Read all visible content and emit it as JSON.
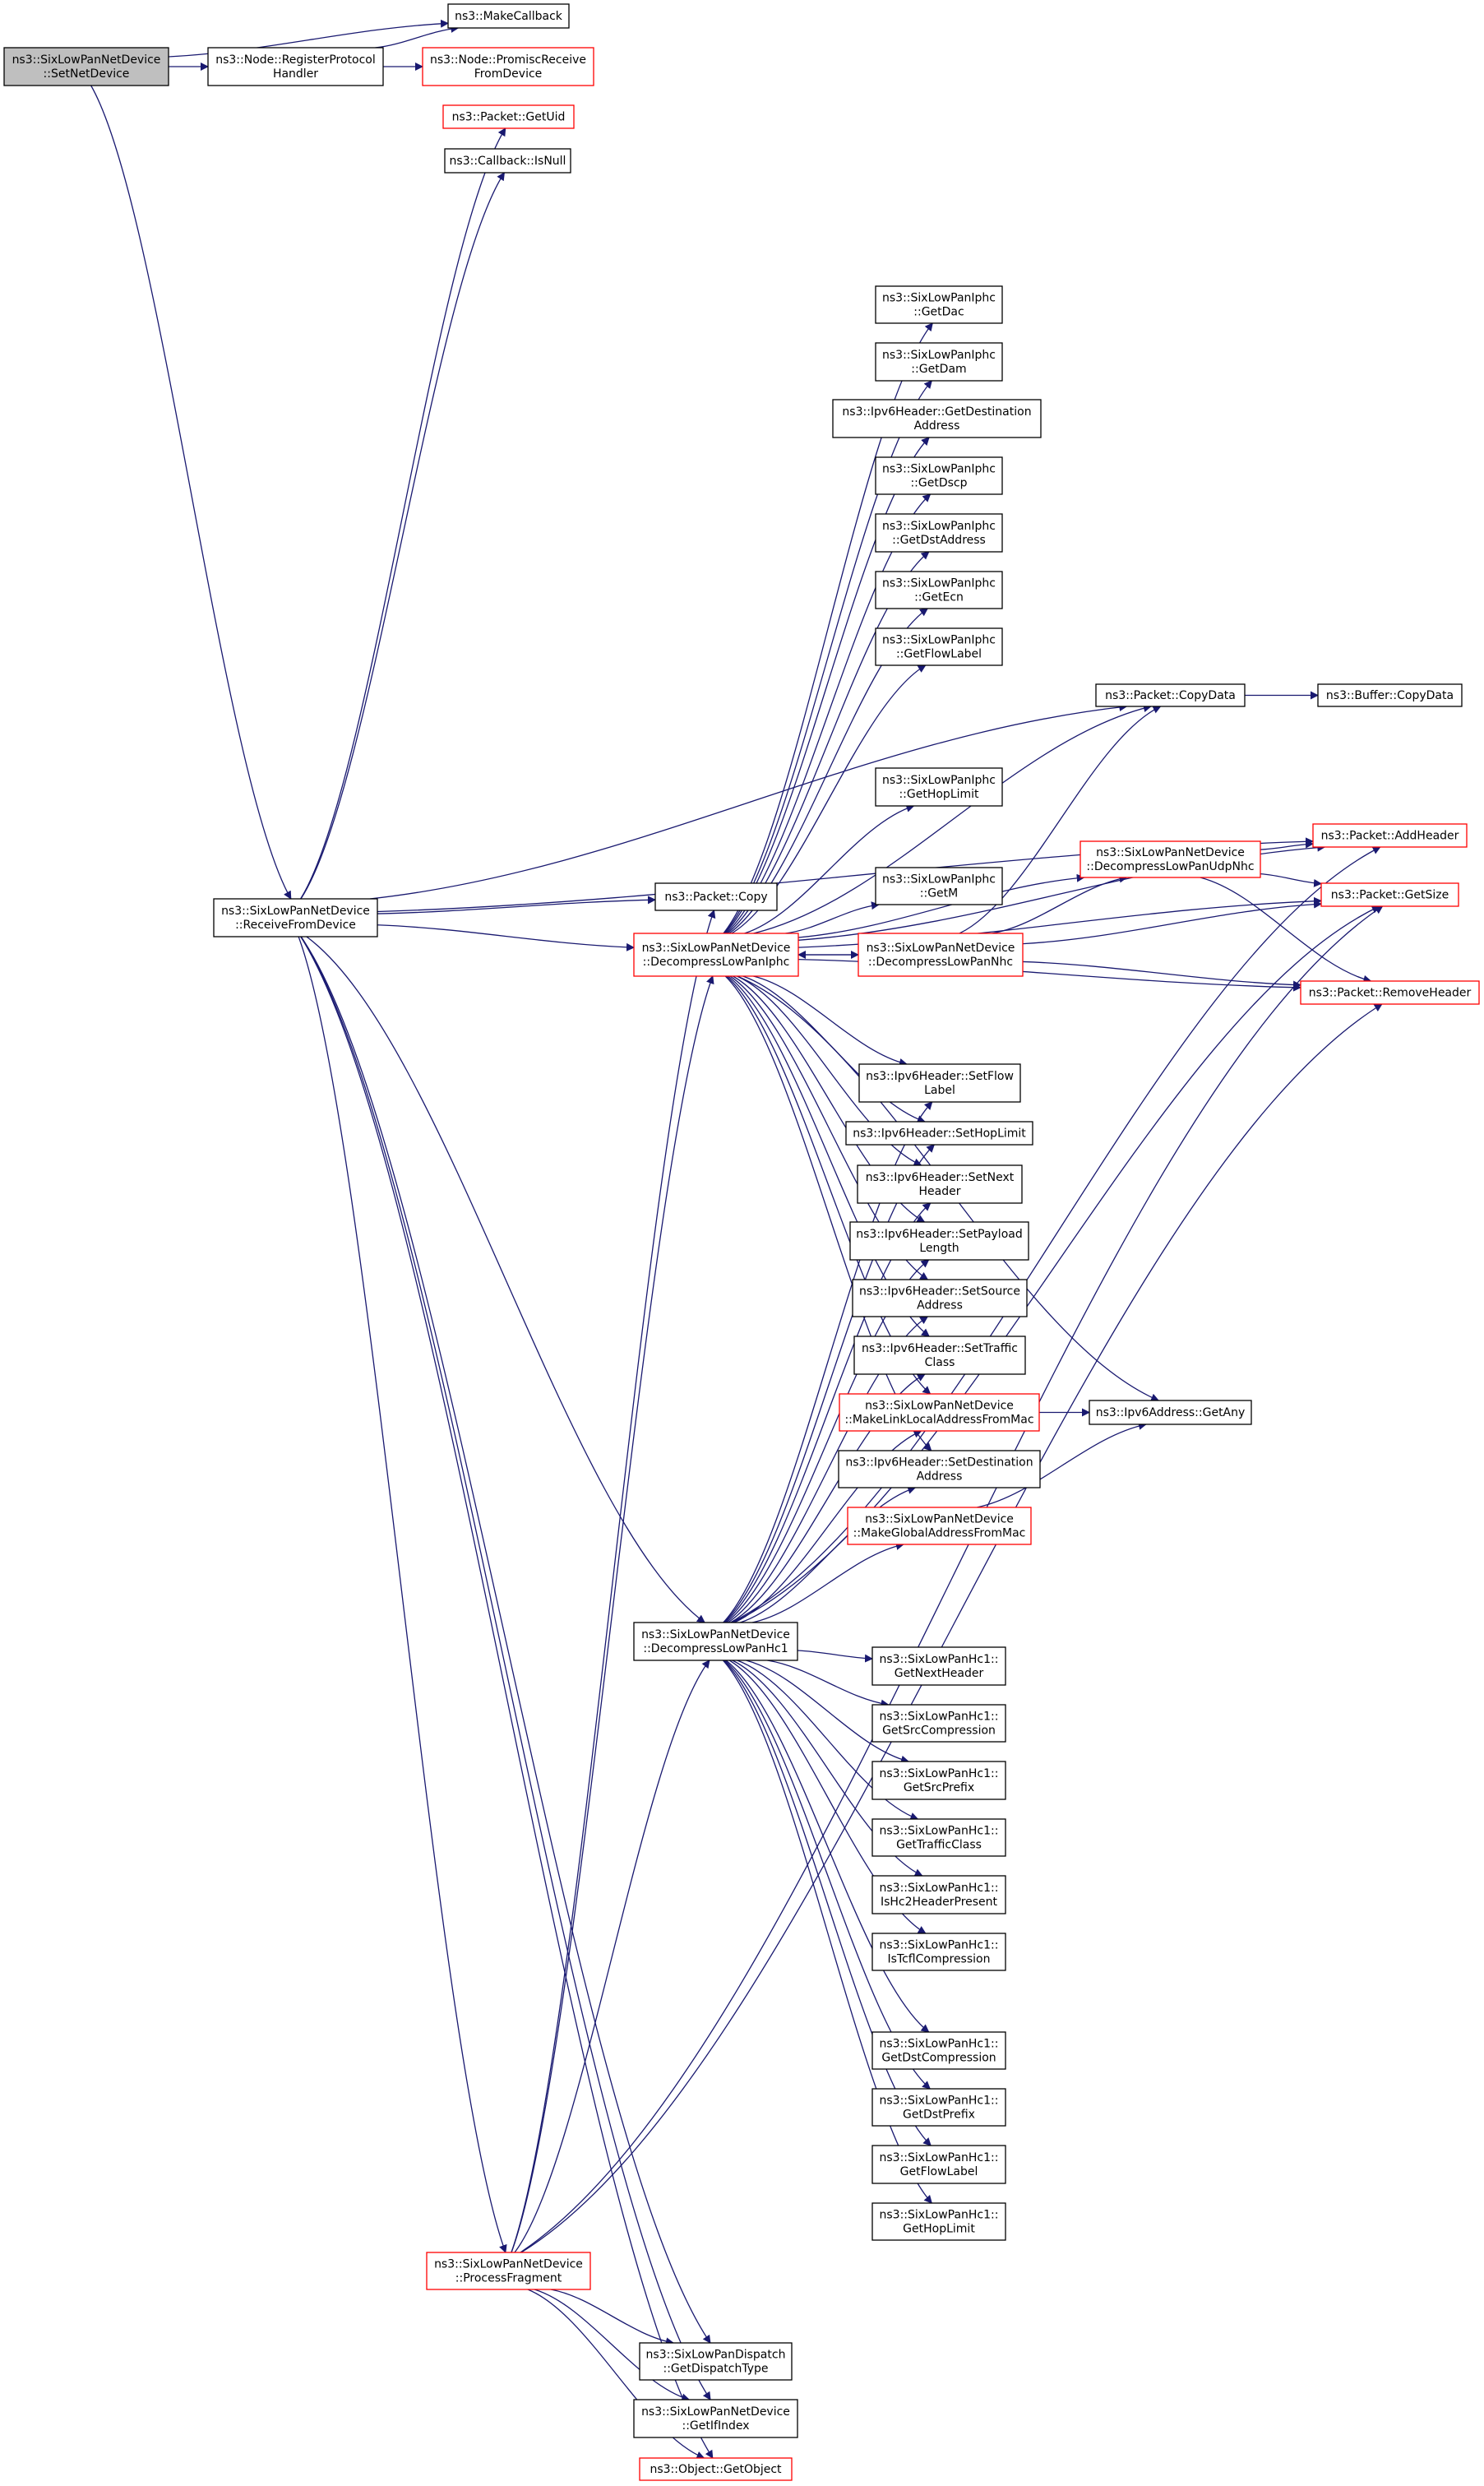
{
  "title": "ns3::SixLowPanNetDevice::SetNetDevice call graph",
  "colors": {
    "edge": "#191970",
    "root_fill": "#bfbfbf",
    "node_border": "#000000",
    "truncated_border": "#ff0000",
    "node_fill": "#ffffff"
  },
  "nodes": [
    {
      "id": "setnet",
      "lines": [
        "ns3::SixLowPanNetDevice",
        "::SetNetDevice"
      ],
      "kind": "root"
    },
    {
      "id": "reghandler",
      "lines": [
        "ns3::Node::RegisterProtocol",
        "Handler"
      ],
      "kind": "normal"
    },
    {
      "id": "makecb",
      "lines": [
        "ns3::MakeCallback"
      ],
      "kind": "normal"
    },
    {
      "id": "promisc",
      "lines": [
        "ns3::Node::PromiscReceive",
        "FromDevice"
      ],
      "kind": "truncated"
    },
    {
      "id": "getuid",
      "lines": [
        "ns3::Packet::GetUid"
      ],
      "kind": "truncated"
    },
    {
      "id": "isnull",
      "lines": [
        "ns3::Callback::IsNull"
      ],
      "kind": "normal"
    },
    {
      "id": "recv",
      "lines": [
        "ns3::SixLowPanNetDevice",
        "::ReceiveFromDevice"
      ],
      "kind": "normal"
    },
    {
      "id": "pcopy",
      "lines": [
        "ns3::Packet::Copy"
      ],
      "kind": "normal"
    },
    {
      "id": "iphc",
      "lines": [
        "ns3::SixLowPanNetDevice",
        "::DecompressLowPanIphc"
      ],
      "kind": "truncated"
    },
    {
      "id": "nhc",
      "lines": [
        "ns3::SixLowPanNetDevice",
        "::DecompressLowPanNhc"
      ],
      "kind": "truncated"
    },
    {
      "id": "udpnhc",
      "lines": [
        "ns3::SixLowPanNetDevice",
        "::DecompressLowPanUdpNhc"
      ],
      "kind": "truncated"
    },
    {
      "id": "getdac",
      "lines": [
        "ns3::SixLowPanIphc",
        "::GetDac"
      ],
      "kind": "normal"
    },
    {
      "id": "getdam",
      "lines": [
        "ns3::SixLowPanIphc",
        "::GetDam"
      ],
      "kind": "normal"
    },
    {
      "id": "getdestaddr",
      "lines": [
        "ns3::Ipv6Header::GetDestination",
        "Address"
      ],
      "kind": "normal"
    },
    {
      "id": "getdscp",
      "lines": [
        "ns3::SixLowPanIphc",
        "::GetDscp"
      ],
      "kind": "normal"
    },
    {
      "id": "getdstaddress",
      "lines": [
        "ns3::SixLowPanIphc",
        "::GetDstAddress"
      ],
      "kind": "normal"
    },
    {
      "id": "getecn",
      "lines": [
        "ns3::SixLowPanIphc",
        "::GetEcn"
      ],
      "kind": "normal"
    },
    {
      "id": "iphcflow",
      "lines": [
        "ns3::SixLowPanIphc",
        "::GetFlowLabel"
      ],
      "kind": "normal"
    },
    {
      "id": "copydata",
      "lines": [
        "ns3::Packet::CopyData"
      ],
      "kind": "normal"
    },
    {
      "id": "bufcopy",
      "lines": [
        "ns3::Buffer::CopyData"
      ],
      "kind": "normal"
    },
    {
      "id": "iphchop",
      "lines": [
        "ns3::SixLowPanIphc",
        "::GetHopLimit"
      ],
      "kind": "normal"
    },
    {
      "id": "getm",
      "lines": [
        "ns3::SixLowPanIphc",
        "::GetM"
      ],
      "kind": "normal"
    },
    {
      "id": "addheader",
      "lines": [
        "ns3::Packet::AddHeader"
      ],
      "kind": "truncated"
    },
    {
      "id": "getsize",
      "lines": [
        "ns3::Packet::GetSize"
      ],
      "kind": "truncated"
    },
    {
      "id": "removeheader",
      "lines": [
        "ns3::Packet::RemoveHeader"
      ],
      "kind": "truncated"
    },
    {
      "id": "setflow",
      "lines": [
        "ns3::Ipv6Header::SetFlow",
        "Label"
      ],
      "kind": "normal"
    },
    {
      "id": "sethop",
      "lines": [
        "ns3::Ipv6Header::SetHopLimit"
      ],
      "kind": "normal"
    },
    {
      "id": "setnext",
      "lines": [
        "ns3::Ipv6Header::SetNext",
        "Header"
      ],
      "kind": "normal"
    },
    {
      "id": "setpayload",
      "lines": [
        "ns3::Ipv6Header::SetPayload",
        "Length"
      ],
      "kind": "normal"
    },
    {
      "id": "setsource",
      "lines": [
        "ns3::Ipv6Header::SetSource",
        "Address"
      ],
      "kind": "normal"
    },
    {
      "id": "settraffic",
      "lines": [
        "ns3::Ipv6Header::SetTraffic",
        "Class"
      ],
      "kind": "normal"
    },
    {
      "id": "makelinklocal",
      "lines": [
        "ns3::SixLowPanNetDevice",
        "::MakeLinkLocalAddressFromMac"
      ],
      "kind": "truncated"
    },
    {
      "id": "getany",
      "lines": [
        "ns3::Ipv6Address::GetAny"
      ],
      "kind": "normal"
    },
    {
      "id": "setdest",
      "lines": [
        "ns3::Ipv6Header::SetDestination",
        "Address"
      ],
      "kind": "normal"
    },
    {
      "id": "makeglobal",
      "lines": [
        "ns3::SixLowPanNetDevice",
        "::MakeGlobalAddressFromMac"
      ],
      "kind": "truncated"
    },
    {
      "id": "hc1",
      "lines": [
        "ns3::SixLowPanNetDevice",
        "::DecompressLowPanHc1"
      ],
      "kind": "normal"
    },
    {
      "id": "hc1next",
      "lines": [
        "ns3::SixLowPanHc1::",
        "GetNextHeader"
      ],
      "kind": "normal"
    },
    {
      "id": "hc1srccomp",
      "lines": [
        "ns3::SixLowPanHc1::",
        "GetSrcCompression"
      ],
      "kind": "normal"
    },
    {
      "id": "hc1srcprefix",
      "lines": [
        "ns3::SixLowPanHc1::",
        "GetSrcPrefix"
      ],
      "kind": "normal"
    },
    {
      "id": "hc1traffic",
      "lines": [
        "ns3::SixLowPanHc1::",
        "GetTrafficClass"
      ],
      "kind": "normal"
    },
    {
      "id": "hc1ishc2",
      "lines": [
        "ns3::SixLowPanHc1::",
        "IsHc2HeaderPresent"
      ],
      "kind": "normal"
    },
    {
      "id": "hc1istcfl",
      "lines": [
        "ns3::SixLowPanHc1::",
        "IsTcflCompression"
      ],
      "kind": "normal"
    },
    {
      "id": "hc1dstcomp",
      "lines": [
        "ns3::SixLowPanHc1::",
        "GetDstCompression"
      ],
      "kind": "normal"
    },
    {
      "id": "hc1dstprefix",
      "lines": [
        "ns3::SixLowPanHc1::",
        "GetDstPrefix"
      ],
      "kind": "normal"
    },
    {
      "id": "hc1flow",
      "lines": [
        "ns3::SixLowPanHc1::",
        "GetFlowLabel"
      ],
      "kind": "normal"
    },
    {
      "id": "hc1hop",
      "lines": [
        "ns3::SixLowPanHc1::",
        "GetHopLimit"
      ],
      "kind": "normal"
    },
    {
      "id": "procfrag",
      "lines": [
        "ns3::SixLowPanNetDevice",
        "::ProcessFragment"
      ],
      "kind": "truncated"
    },
    {
      "id": "dispatch",
      "lines": [
        "ns3::SixLowPanDispatch",
        "::GetDispatchType"
      ],
      "kind": "normal"
    },
    {
      "id": "getifindex",
      "lines": [
        "ns3::SixLowPanNetDevice",
        "::GetIfIndex"
      ],
      "kind": "normal"
    },
    {
      "id": "getobject",
      "lines": [
        "ns3::Object::GetObject"
      ],
      "kind": "truncated"
    }
  ],
  "edges": [
    [
      "setnet",
      "makecb"
    ],
    [
      "setnet",
      "reghandler"
    ],
    [
      "setnet",
      "recv"
    ],
    [
      "reghandler",
      "makecb"
    ],
    [
      "reghandler",
      "promisc"
    ],
    [
      "recv",
      "getuid"
    ],
    [
      "recv",
      "isnull"
    ],
    [
      "recv",
      "copydata"
    ],
    [
      "recv",
      "addheader"
    ],
    [
      "recv",
      "pcopy"
    ],
    [
      "recv",
      "iphc"
    ],
    [
      "recv",
      "hc1"
    ],
    [
      "recv",
      "procfrag"
    ],
    [
      "recv",
      "dispatch"
    ],
    [
      "recv",
      "getifindex"
    ],
    [
      "recv",
      "getobject"
    ],
    [
      "iphc",
      "getdac"
    ],
    [
      "iphc",
      "getdam"
    ],
    [
      "iphc",
      "getdestaddr"
    ],
    [
      "iphc",
      "getdscp"
    ],
    [
      "iphc",
      "getdstaddress"
    ],
    [
      "iphc",
      "getecn"
    ],
    [
      "iphc",
      "iphcflow"
    ],
    [
      "iphc",
      "copydata"
    ],
    [
      "iphc",
      "iphchop"
    ],
    [
      "iphc",
      "getm"
    ],
    [
      "iphc",
      "nhc"
    ],
    [
      "iphc",
      "udpnhc"
    ],
    [
      "iphc",
      "addheader"
    ],
    [
      "iphc",
      "getsize"
    ],
    [
      "iphc",
      "removeheader"
    ],
    [
      "iphc",
      "getany"
    ],
    [
      "iphc",
      "setflow"
    ],
    [
      "iphc",
      "sethop"
    ],
    [
      "iphc",
      "setnext"
    ],
    [
      "iphc",
      "setpayload"
    ],
    [
      "iphc",
      "setsource"
    ],
    [
      "iphc",
      "settraffic"
    ],
    [
      "iphc",
      "makelinklocal"
    ],
    [
      "iphc",
      "setdest"
    ],
    [
      "nhc",
      "iphc"
    ],
    [
      "nhc",
      "udpnhc"
    ],
    [
      "nhc",
      "copydata"
    ],
    [
      "nhc",
      "getsize"
    ],
    [
      "nhc",
      "removeheader"
    ],
    [
      "udpnhc",
      "addheader"
    ],
    [
      "udpnhc",
      "getsize"
    ],
    [
      "udpnhc",
      "removeheader"
    ],
    [
      "copydata",
      "bufcopy"
    ],
    [
      "makelinklocal",
      "getany"
    ],
    [
      "makeglobal",
      "getany"
    ],
    [
      "hc1",
      "setflow"
    ],
    [
      "hc1",
      "sethop"
    ],
    [
      "hc1",
      "setnext"
    ],
    [
      "hc1",
      "setpayload"
    ],
    [
      "hc1",
      "setsource"
    ],
    [
      "hc1",
      "settraffic"
    ],
    [
      "hc1",
      "makelinklocal"
    ],
    [
      "hc1",
      "setdest"
    ],
    [
      "hc1",
      "makeglobal"
    ],
    [
      "hc1",
      "addheader"
    ],
    [
      "hc1",
      "getsize"
    ],
    [
      "hc1",
      "hc1next"
    ],
    [
      "hc1",
      "hc1srccomp"
    ],
    [
      "hc1",
      "hc1srcprefix"
    ],
    [
      "hc1",
      "hc1traffic"
    ],
    [
      "hc1",
      "hc1ishc2"
    ],
    [
      "hc1",
      "hc1istcfl"
    ],
    [
      "hc1",
      "hc1dstcomp"
    ],
    [
      "hc1",
      "hc1dstprefix"
    ],
    [
      "hc1",
      "hc1flow"
    ],
    [
      "hc1",
      "hc1hop"
    ],
    [
      "procfrag",
      "pcopy"
    ],
    [
      "procfrag",
      "iphc"
    ],
    [
      "procfrag",
      "hc1"
    ],
    [
      "procfrag",
      "getsize"
    ],
    [
      "procfrag",
      "removeheader"
    ],
    [
      "procfrag",
      "dispatch"
    ],
    [
      "procfrag",
      "getifindex"
    ],
    [
      "procfrag",
      "getobject"
    ]
  ]
}
